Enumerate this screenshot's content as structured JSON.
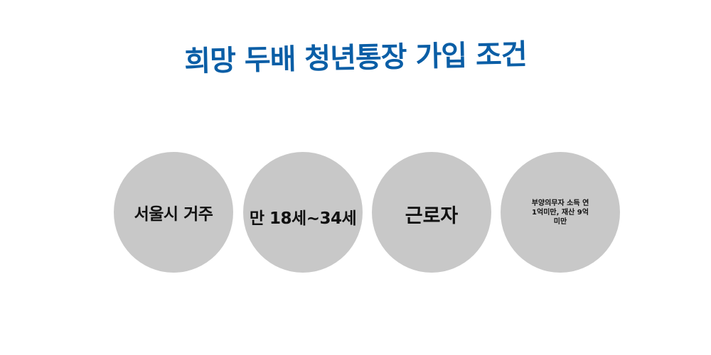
{
  "title": "희망 두배 청년통장 가입 조건",
  "colors": {
    "title": "#0a5ea6",
    "circle": "#c8c8c8",
    "text": "#111111",
    "background": "#ffffff"
  },
  "conditions": [
    {
      "label": "서울시 거주"
    },
    {
      "label": "만 18세~34세"
    },
    {
      "label": "근로자"
    },
    {
      "label": "부양의무자 소득 연 1억미만, 재산 9억 미만"
    }
  ]
}
